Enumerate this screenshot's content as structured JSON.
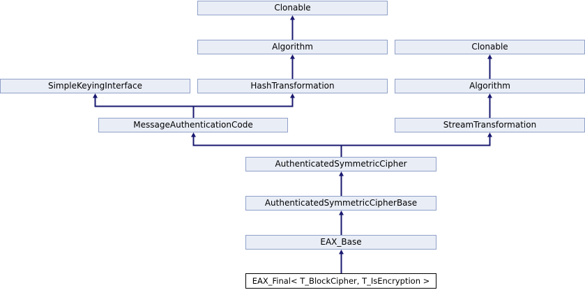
{
  "diagram": {
    "type": "class-inheritance-diagram",
    "background": "#ffffff",
    "colors": {
      "node_fill": "#e9edf6",
      "node_border": "#8fa0c8",
      "node_text": "#000000",
      "arrow": "#191970",
      "current_node_fill": "#ffffff",
      "current_node_border": "#000000"
    },
    "nodes": [
      {
        "id": "clonable-top",
        "label": "Clonable"
      },
      {
        "id": "algorithm-center",
        "label": "Algorithm"
      },
      {
        "id": "clonable-right",
        "label": "Clonable"
      },
      {
        "id": "simple-keying-interface",
        "label": "SimpleKeyingInterface"
      },
      {
        "id": "hash-transformation",
        "label": "HashTransformation"
      },
      {
        "id": "algorithm-right",
        "label": "Algorithm"
      },
      {
        "id": "message-authentication-code",
        "label": "MessageAuthenticationCode"
      },
      {
        "id": "stream-transformation",
        "label": "StreamTransformation"
      },
      {
        "id": "authenticated-symmetric-cipher",
        "label": "AuthenticatedSymmetricCipher"
      },
      {
        "id": "authenticated-symmetric-cipher-base",
        "label": "AuthenticatedSymmetricCipherBase"
      },
      {
        "id": "eax-base",
        "label": "EAX_Base"
      },
      {
        "id": "eax-final",
        "label": "EAX_Final< T_BlockCipher, T_IsEncryption >",
        "current": true
      }
    ],
    "edges": [
      {
        "from": "algorithm-center",
        "to": "clonable-top"
      },
      {
        "from": "hash-transformation",
        "to": "algorithm-center"
      },
      {
        "from": "algorithm-right",
        "to": "clonable-right"
      },
      {
        "from": "stream-transformation",
        "to": "algorithm-right"
      },
      {
        "from": "message-authentication-code",
        "to": "simple-keying-interface"
      },
      {
        "from": "message-authentication-code",
        "to": "hash-transformation"
      },
      {
        "from": "authenticated-symmetric-cipher",
        "to": "message-authentication-code"
      },
      {
        "from": "authenticated-symmetric-cipher",
        "to": "stream-transformation"
      },
      {
        "from": "authenticated-symmetric-cipher-base",
        "to": "authenticated-symmetric-cipher"
      },
      {
        "from": "eax-base",
        "to": "authenticated-symmetric-cipher-base"
      },
      {
        "from": "eax-final",
        "to": "eax-base"
      }
    ]
  }
}
